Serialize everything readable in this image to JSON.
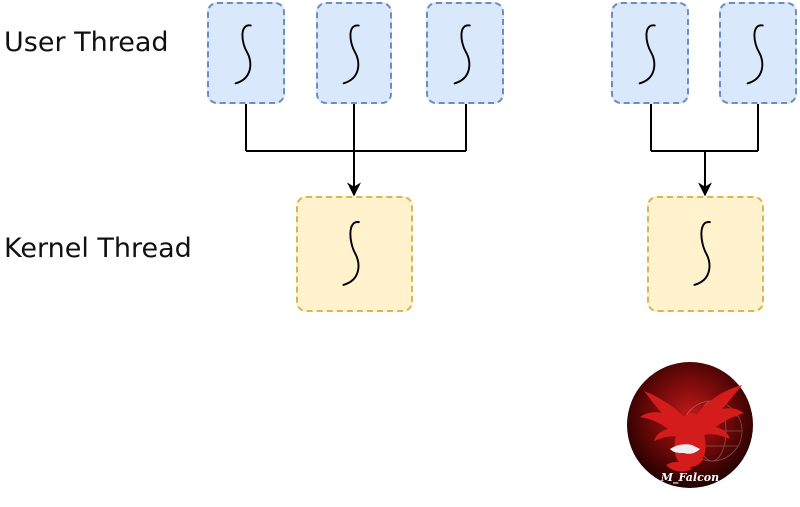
{
  "labels": {
    "user_thread": "User Thread",
    "kernel_thread": "Kernel Thread"
  },
  "logo": {
    "text": "M_Falcon"
  },
  "colors": {
    "user_fill": "#dae8fc",
    "user_stroke": "#6c8ebf",
    "kernel_fill": "#fff2cc",
    "kernel_stroke": "#d6b656",
    "connector": "#000000",
    "logo_red": "#b01010"
  },
  "icons": {
    "thread": "thread-squiggle-icon"
  }
}
